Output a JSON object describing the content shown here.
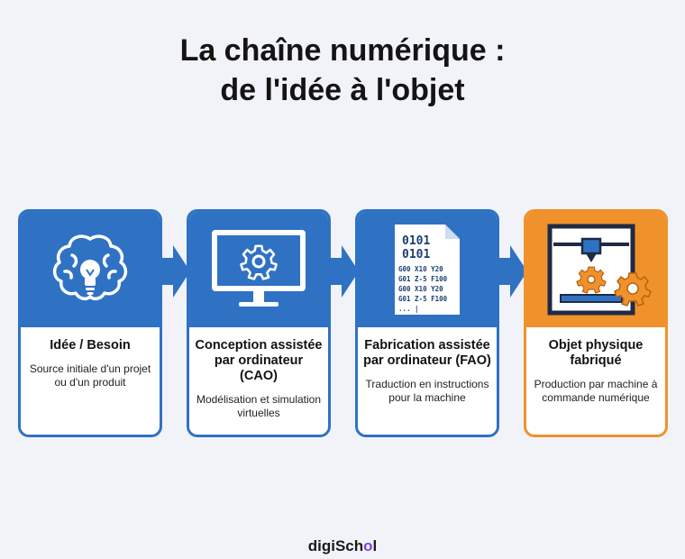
{
  "title": {
    "line1": "La chaîne numérique :",
    "line2": "de l'idée à l'objet"
  },
  "steps": [
    {
      "title": "Idée / Besoin",
      "description": "Source initiale d'un projet ou d'un produit",
      "icon": "brain-lightbulb-icon",
      "color": "#2f72c4"
    },
    {
      "title": "Conception assistée par ordinateur (CAO)",
      "description": "Modélisation et simulation virtuelles",
      "icon": "monitor-gear-icon",
      "color": "#2f72c4"
    },
    {
      "title": "Fabrication assistée par ordinateur (FAO)",
      "description": "Traduction en instructions pour la machine",
      "icon": "gcode-document-icon",
      "color": "#2f72c4"
    },
    {
      "title": "Objet physique fabriqué",
      "description": "Production par machine à commande numérique",
      "icon": "3d-printer-gears-icon",
      "color": "#f0922b"
    }
  ],
  "gcode": {
    "bin1": "0101",
    "bin2": "0101",
    "lines": [
      "G00 X10 Y20",
      "G01 Z-5 F100",
      "G00 X10 Y20",
      "G01 Z-5 F100"
    ],
    "ellipsis": "... |"
  },
  "brand": {
    "prefix": "digiSch",
    "o": "o",
    "suffix": "l"
  }
}
